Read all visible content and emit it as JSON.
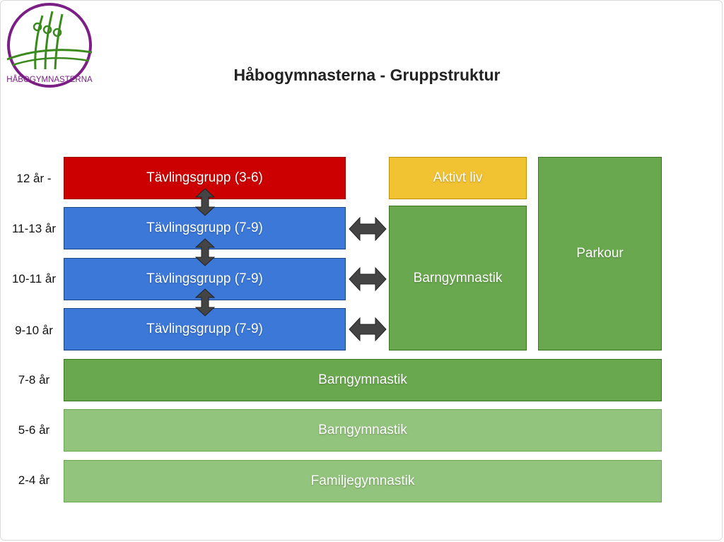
{
  "logo": {
    "text": "HÅBOGYMNASTERNA",
    "colors": {
      "ring": "#7b1f86",
      "figures": "#3a8a1e"
    }
  },
  "title": "Håbogymnasterna - Gruppstruktur",
  "ages": [
    "12 år -",
    "11-13 år",
    "10-11 år",
    "9-10 år",
    "7-8 år",
    "5-6 år",
    "2-4 år"
  ],
  "groups": {
    "tavling_3_6": "Tävlingsgrupp (3-6)",
    "tavling_7_9_a": "Tävlingsgrupp (7-9)",
    "tavling_7_9_b": "Tävlingsgrupp (7-9)",
    "tavling_7_9_c": "Tävlingsgrupp (7-9)",
    "aktivt_liv": "Aktivt liv",
    "parkour": "Parkour",
    "barngymnastik_upper": "Barngymnastik",
    "barngymnastik_7_8": "Barngymnastik",
    "barngymnastik_5_6": "Barngymnastik",
    "familjegymnastik": "Familjegymnastik"
  },
  "colors": {
    "red": "#cc0000",
    "blue": "#3c78d8",
    "yellow": "#f1c232",
    "green": "#6aa84f",
    "light_green": "#93c47d",
    "arrow": "#444444"
  }
}
